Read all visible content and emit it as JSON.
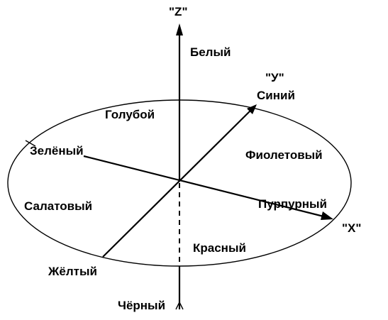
{
  "axes": {
    "z": "\"Z\"",
    "y": "\"У\"",
    "x": "\"X\""
  },
  "colors": {
    "white": "Белый",
    "blue": "Синий",
    "cyan": "Голубой",
    "green": "Зелёный",
    "violet": "Фиолетовый",
    "light_green": "Салатовый",
    "magenta": "Пурпурный",
    "red": "Красный",
    "yellow": "Жёлтый",
    "black": "Чёрный"
  },
  "style": {
    "line_color": "#000000",
    "background": "#ffffff"
  }
}
